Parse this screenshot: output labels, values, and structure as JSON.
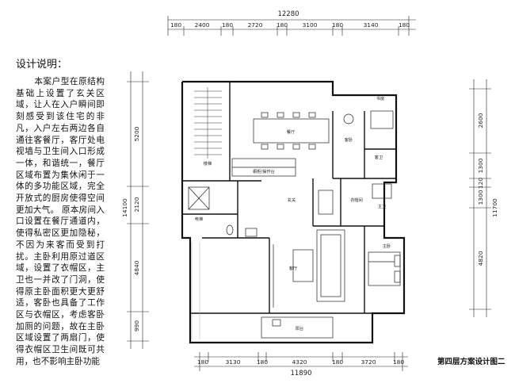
{
  "notes": {
    "title": "设计说明：",
    "body": "本案户型在原结构基础上设置了玄关区域，让人在入户瞬间即刻感受到该住宅的非凡，入户左右两边各自通往客餐厅，客厅处电视墙与卫生间入口形成一体，和谐统一，餐厅区域布置为集休闲于一体的多功能区域，完全开放式的厨房使得空间更加大气。 原本房间入口设置在餐厅通道内，使得私密区更加隐秘，不因为来客而受到打扰。主卧利用原过道区域，设置了衣帽区，主卫也一并改了门洞，使得原主卧面积更大更舒适，客卧也具备了工作区与衣帽区，考虑客卧加厕的问题，故在主卧区域设置了两扇门，使得衣帽区卫生间既可共用，也不影响主卧功能"
  },
  "plan_title": "第四层方案设计图二",
  "dimensions": {
    "top_total": "12280",
    "top_segments": [
      "180",
      "2400",
      "180",
      "2720",
      "180",
      "3100",
      "180",
      "3140",
      "180"
    ],
    "bottom_segments": [
      "180",
      "3130",
      "180",
      "4320",
      "180",
      "3720",
      "180"
    ],
    "bottom_total": "11890",
    "left_segments": [
      "5200",
      "2120",
      "4840",
      "990"
    ],
    "left_total": "14100",
    "right_segments": [
      "2600",
      "1300",
      "120",
      "1300",
      "4820"
    ],
    "right_total": "11700"
  },
  "room_labels": {
    "study": "书房",
    "dining": "餐厅",
    "kitchen": "橱柜/操作台",
    "bath1": "客卫",
    "foyer": "玄关",
    "living": "客厅",
    "master_bed": "主卧",
    "bath2": "主卫",
    "closet": "衣帽间",
    "balcony": "阳台",
    "stair": "楼梯",
    "elevator": "电梯",
    "guest_bed": "客卧"
  }
}
